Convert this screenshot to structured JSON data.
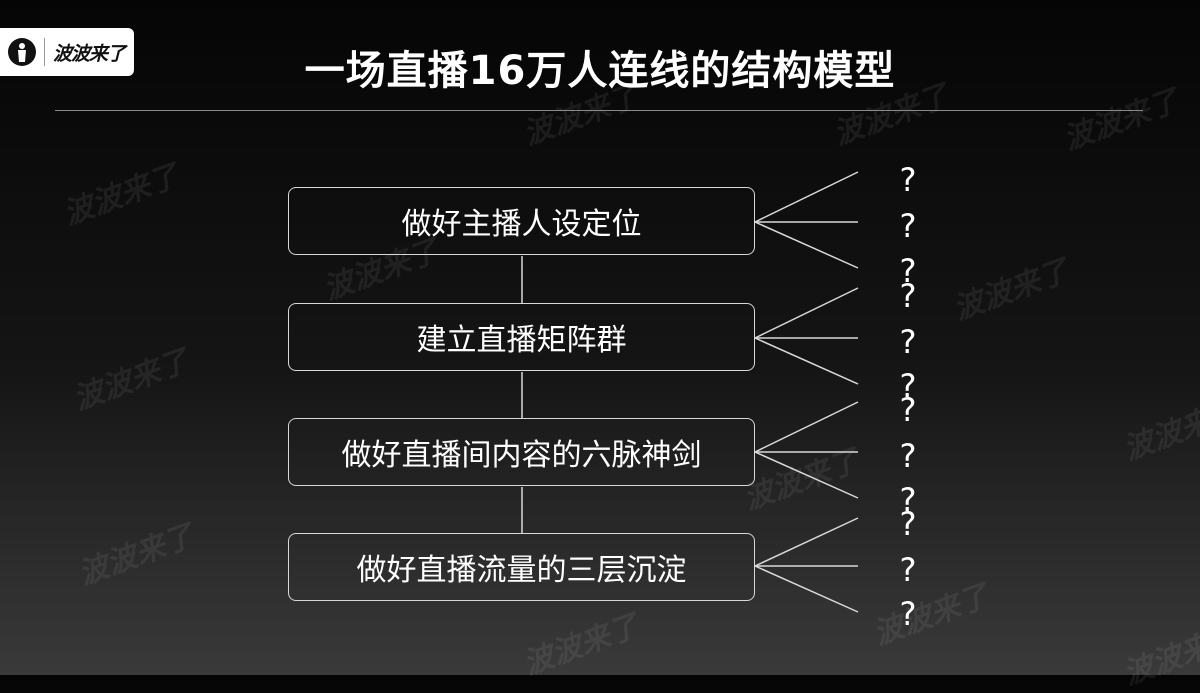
{
  "logo": {
    "text": "波波来了"
  },
  "watermark_text": "波波来了",
  "title": "一场直播16万人连线的结构模型",
  "steps": [
    {
      "label": "做好主播人设定位"
    },
    {
      "label": "建立直播矩阵群"
    },
    {
      "label": "做好直播间内容的六脉神剑"
    },
    {
      "label": "做好直播流量的三层沉淀"
    }
  ],
  "branch_marker": "?",
  "colors": {
    "background_top": "#050505",
    "background_bottom": "#3a3a3a",
    "text": "#ffffff",
    "border": "#d8d8d8"
  }
}
